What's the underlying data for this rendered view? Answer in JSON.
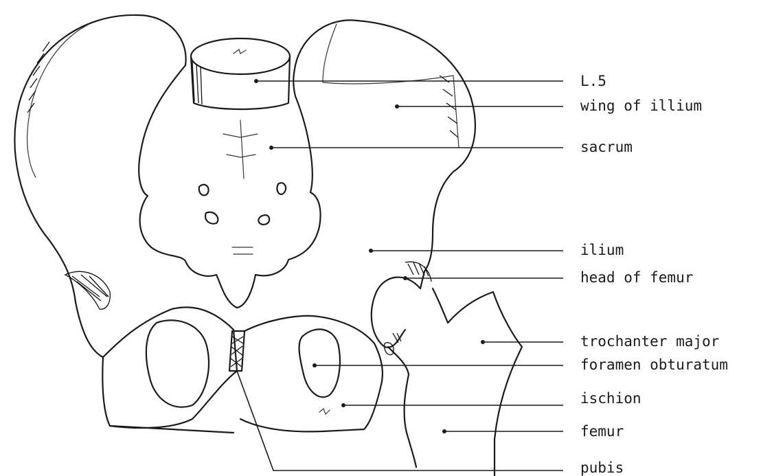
{
  "labels": {
    "l5": "L.5",
    "wing_of_ilium": "wing of illium",
    "sacrum": "sacrum",
    "ilium": "ilium",
    "head_of_femur": "head of femur",
    "trochanter_major": "trochanter major",
    "foramen_obturatum": "foramen obturatum",
    "ischion": "ischion",
    "femur": "femur",
    "pubis": "pubis"
  }
}
